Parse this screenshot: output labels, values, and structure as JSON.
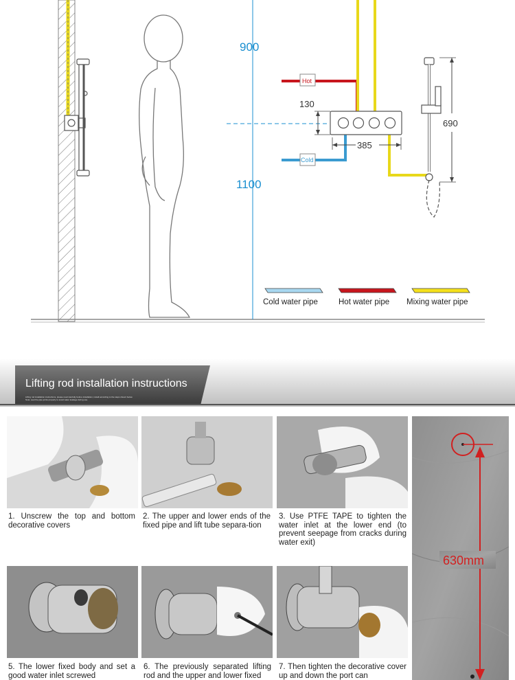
{
  "diagram": {
    "dim_900": "900",
    "dim_1100": "1100",
    "dim_130": "130",
    "dim_385": "385",
    "dim_690": "690",
    "hot_tag": "Hot",
    "cold_tag": "Cold",
    "colors": {
      "cold": "#3b9bd0",
      "cold_legend": "#a8d8f0",
      "hot": "#c8161d",
      "mix": "#f5e11c",
      "dim_blue": "#1a8fd0"
    }
  },
  "legend": [
    {
      "label": "Cold water pipe",
      "color": "#a8d8f0"
    },
    {
      "label": "Hot water pipe",
      "color": "#c8161d"
    },
    {
      "label": "Mixing water pipe",
      "color": "#f5e11c"
    }
  ],
  "banner": {
    "title": "Lifting rod installation instructions",
    "fine1": "Lifting rod installation instructions, please read carefully before installation, install according to the steps shown below.",
    "fine2": "Note: seal the pipe joints properly to avoid water leakage during use."
  },
  "steps": [
    {
      "caption": "1. Unscrew the top and bottom decorative covers"
    },
    {
      "caption": "2. The upper and lower ends of the fixed pipe and lift tube separa-tion"
    },
    {
      "caption": "3. Use PTFE TAPE to tighten the water inlet at the lower end (to prevent seepage from cracks during water exit)"
    },
    {
      "caption": "5. The lower fixed body and set a good water inlet screwed"
    },
    {
      "caption": "6. The previously separated lifting rod and the upper and lower fixed"
    },
    {
      "caption": "7. Then tighten the decorative cover up and down the port can"
    }
  ],
  "side": {
    "measure": "630mm"
  }
}
